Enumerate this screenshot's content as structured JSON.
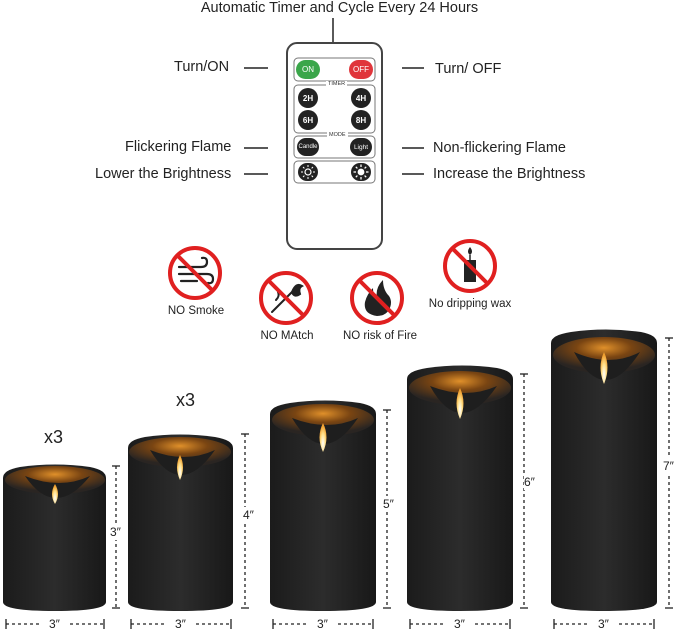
{
  "header": {
    "title": "Automatic Timer and Cycle Every 24 Hours"
  },
  "remote": {
    "left_labels": [
      "Turn/ON",
      "Flickering Flame",
      "Lower the Brightness"
    ],
    "right_labels": [
      "Turn/ OFF",
      "Non-flickering Flame",
      "Increase the Brightness"
    ],
    "btn_on": "ON",
    "btn_off": "OFF",
    "timer_label": "TIMER",
    "timer_buttons": [
      "2H",
      "4H",
      "6H",
      "8H"
    ],
    "mode_label": "MODE",
    "mode_buttons": [
      "Candle",
      "Light"
    ],
    "brightness_buttons": [
      "brightness-down-icon",
      "brightness-up-icon"
    ]
  },
  "warnings": [
    {
      "label": "NO Smoke",
      "icon": "no-smoke-icon"
    },
    {
      "label": "NO MAtch",
      "icon": "no-match-icon"
    },
    {
      "label": "NO risk of Fire",
      "icon": "no-fire-icon"
    },
    {
      "label": "No dripping wax",
      "icon": "no-dripping-wax-icon"
    }
  ],
  "candles": {
    "quantities": [
      "x3",
      "x3"
    ],
    "heights": [
      "3″",
      "4″",
      "5″",
      "6″",
      "7″"
    ],
    "widths": [
      "3″",
      "3″",
      "3″",
      "3″",
      "3″"
    ]
  },
  "colors": {
    "on_button": "#3aa64a",
    "off_button": "#e0353b",
    "prohibition_red": "#e02020",
    "candle_body": "#232323"
  }
}
